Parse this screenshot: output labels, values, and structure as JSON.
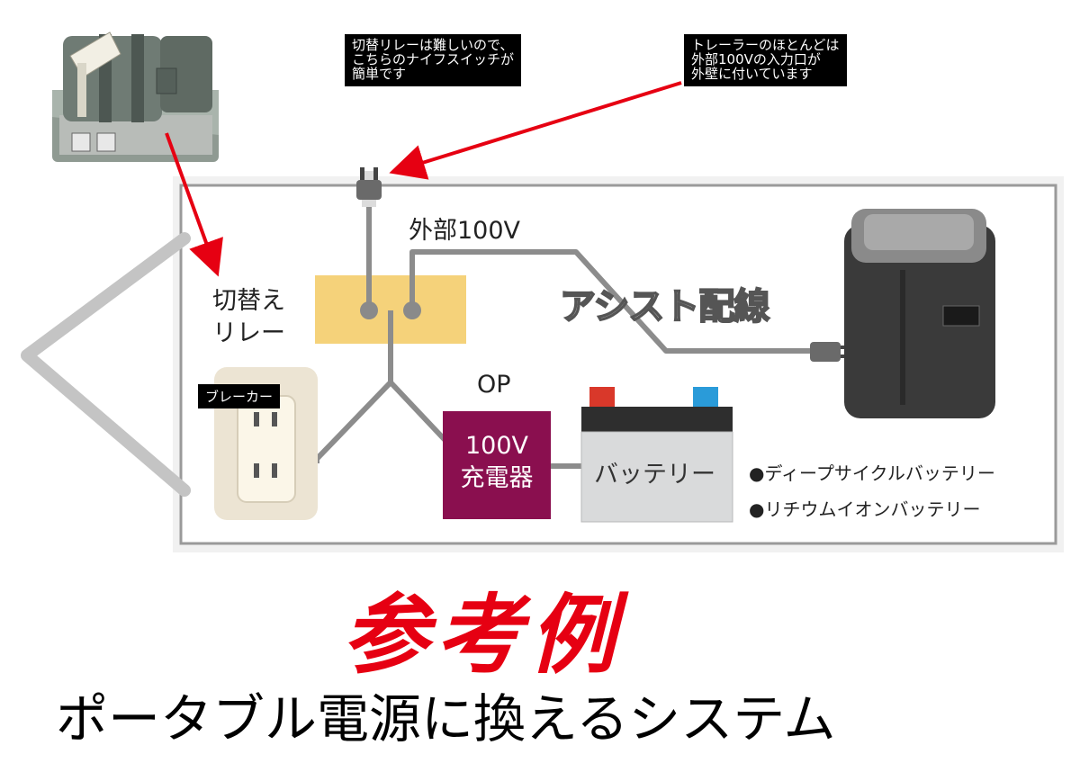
{
  "notes": {
    "knife_switch": "切替リレーは難しいので、\nこちらのナイフスイッチが\n簡単です",
    "external_inlet": "トレーラーのほとんどは\n外部100Vの入力口が\n外壁に付いています"
  },
  "labels": {
    "external_100v": "外部100V",
    "relay_line1": "切替え",
    "relay_line2": "リレー",
    "breaker": "ブレーカー",
    "op": "OP",
    "assist_wiring": "アシスト配線",
    "charger_line1": "100V",
    "charger_line2": "充電器",
    "battery": "バッテリー",
    "battery_type_1": "●ディープサイクルバッテリー",
    "battery_type_2": "●リチウムイオンバッテリー"
  },
  "footer": {
    "sample": "参考例",
    "title": "ポータブル電源に換えるシステム"
  },
  "colors": {
    "arrow": "#e60012",
    "relay_box": "#f5d27a",
    "charger_box": "#8a0f4f",
    "battery_body": "#d9dadb",
    "battery_lid": "#2e2e2e",
    "terminal_positive": "#d9382a",
    "terminal_negative": "#2a9bd9",
    "wire": "#8c8c8c",
    "frame": "#c4c4c4"
  }
}
